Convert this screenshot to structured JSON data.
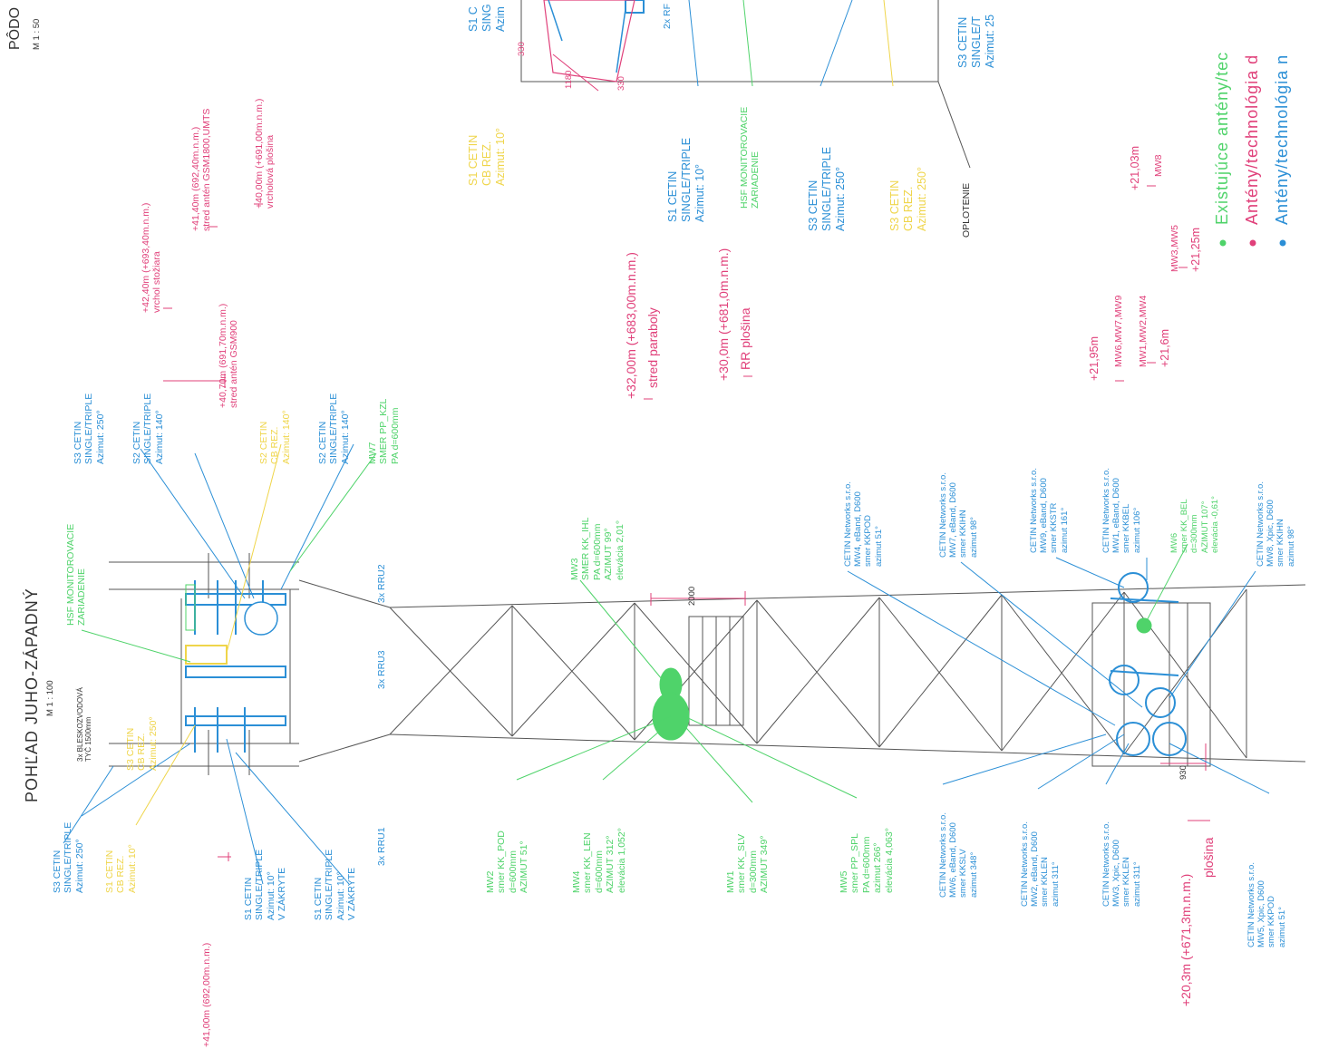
{
  "view": {
    "title": "POHĽAD JUHO-ZÁPADNÝ",
    "scale": "M 1 : 100",
    "top_title": "PÔDO",
    "top_scale": "M 1 : 50"
  },
  "lightning_rod": "3x BLESKOZVODOVÁ\nTYČ 1500mm",
  "hsf_tower": "HSF MONITOROVACIE\nZARIADENIE",
  "hsf_plan": "HSF MONITOROVACIE\nZARIADENIE",
  "rru_labels": [
    "3x RRU2",
    "3x RRU3",
    "3x RRU1"
  ],
  "rru_plan": "2x RF",
  "fence": "OPLOTENIE",
  "dim_2000": "2000",
  "dim_930": "930",
  "dim_1180": "1180",
  "dim_330a": "330",
  "dim_330b": "330",
  "s3_left_blue": "S3 CETIN\nSINGLE/TRIPLE\nAzimut: 250°",
  "s1_left_yellow": "S1 CETIN\nCB REZ.\nAzimut: 10°",
  "s3_tower_yellow": "S3 CETIN\nCB REZ.\nAzimut: 250°",
  "s1_vzakryte_a": "S1 CETIN\nSINGLE/TRIPLE\nAzimut: 10°\nV ZÁKRYTE",
  "s1_vzakryte_b": "S1 CETIN\nSINGLE/TRIPLE\nAzimut: 10°\nV ZÁKRYTE",
  "s3_top_blue": "S3 CETIN\nSINGLE/TRIPLE\nAzimut: 250°",
  "s2_top_blue": "S2 CETIN\nSINGLE/TRIPLE\nAzimut: 140°",
  "s2_top_yellow": "S2 CETIN\nCB REZ.\nAzimut: 140°",
  "s2_mid_blue": "S2 CETIN\nSINGLE/TRIPLE\nAzimut: 140°",
  "mw7_top": "MW7\nSMER PP_KZL\nPA d=600mm",
  "level_41": "+41,00m (692,00m.n.m.)",
  "level_4070": "+40,70m (691,70m.n.m.)\nstred antén GSM900",
  "level_4240": "+42,40m (+693,40m.n.m.)\nvrchol stožiara",
  "level_4140": "+41,40m (692,40m.n.m.)\nstred antén GSM1800,UMTS",
  "level_4000": "+40,00m (+691,00m.n.m.)\nvrcholová plošina",
  "level_3200": "+32,00m (+683,00m.n.m.)",
  "level_3200_desc": "stred paraboly",
  "level_3000": "+30,0m (+681,0m.n.m.)",
  "level_3000_desc": "RR plošina",
  "level_2030": "+20,3m (+671,3m.n.m.)",
  "level_2030_desc": "plošina",
  "level_2195": "+21,95m",
  "level_2195_list": "MW6,MW7,MW9",
  "level_216": "+21,6m",
  "level_216_list": "MW1,MW2,MW4",
  "level_2125": "+21,25m",
  "level_2125_list": "MW3,MW5",
  "level_2103": "+21,03m",
  "level_2103_list": "MW8",
  "mw2": "MW2\nsmer KK_POD\nd=600mm\nAZIMUT 51°",
  "mw4": "MW4\nsmer KK_LEN\nd=600mm\nAZIMUT 312°\nelevácia 1,052°",
  "mw1": "MW1\nsmer KK_SLV\nd=300mm\nAZIMUT 349°",
  "mw5": "MW5\nsmer PP_SPL\nPA d=600mm\nazimut 266°\nelevácia 4,063°",
  "mw3": "MW3\nSMER KK_IHL\nPA d=600mm\nAZIMUT 99°\nelevácia 2,01°",
  "mw6_green": "MW6\nsmer KK_BEL\nd=300mm\nAZIMUT 107°\nelevácia -0,61°",
  "net_mw4": "CETIN Networks s.r.o.\nMW4, eBand, D600\nsmer KKPOD\nazimut 51°",
  "net_mw7": "CETIN Networks s.r.o.\nMW7, eBand, D600\nsmer KKIHN\nazimut 98°",
  "net_mw9": "CETIN Networks s.r.o.\nMW9, eBand, D600\nsmer KKSTR\nazimut 161°",
  "net_mw1": "CETIN Networks s.r.o.\nMW1, eBand, D600\nsmer KKBEL\nazimut 106°",
  "net_mw8": "CETIN Networks s.r.o.\nMW8, Xpic, D600\nsmer KKIHN\nazimut 98°",
  "net_mw6": "CETIN Networks s.r.o.\nMW6, eBand, D600\nsmer KKSLV\nazimut 348°",
  "net_mw2": "CETIN Networks s.r.o.\nMW2, eBand, D600\nsmer KKLEN\nazimut 311°",
  "net_mw3": "CETIN Networks s.r.o.\nMW3, Xpic, D600\nsmer KKLEN\nazimut 311°",
  "net_mw5": "CETIN Networks s.r.o.\nMW5, Xpic, D600\nsmer KKPOD\nazimut 51°",
  "plan_s1_yellow": "S1 CETIN\nCB REZ.\nAzimut: 10°",
  "plan_s1_blue": "S1 CETIN\nSINGLE/TRIPLE\nAzimut: 10°",
  "plan_s1_top": "S1 C\nSING\nAzim",
  "plan_s3_blue": "S3 CETIN\nSINGLE/TRIPLE\nAzimut: 250°",
  "plan_s3_yellow": "S3 CETIN\nCB REZ.\nAzimut: 250°",
  "plan_s3_right": "S3 CETIN\nSINGLE/T\nAzimut: 25",
  "legend": [
    {
      "text": "Existujúce antény/tec",
      "color": "#4fd36a"
    },
    {
      "text": "Antény/technológia d",
      "color": "#e0407a"
    },
    {
      "text": "Antény/technológia n",
      "color": "#2b8fd6"
    }
  ],
  "colors": {
    "blue": "#2b8fd6",
    "pink": "#e0407a",
    "green": "#4fd36a",
    "yellow": "#efd54a",
    "grey": "#555555"
  }
}
